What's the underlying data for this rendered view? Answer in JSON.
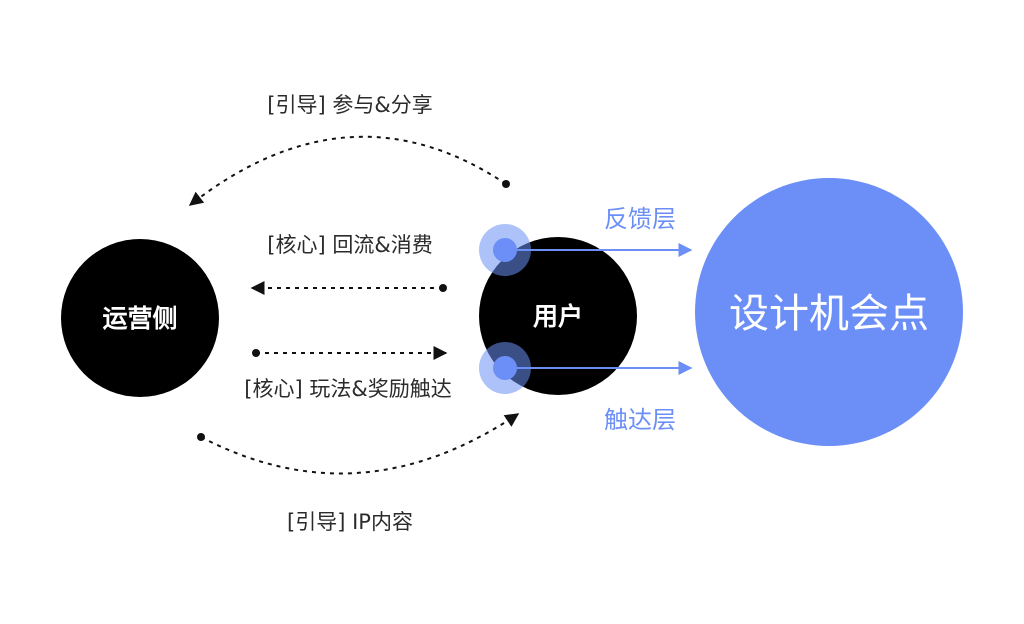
{
  "nodes": {
    "operator": "运营侧",
    "user": "用户",
    "design_point": "设计机会点"
  },
  "flows": {
    "guide_participate_share": "[引导] 参与&分享",
    "core_return_consume": "[核心] 回流&消费",
    "core_play_reward": "[核心] 玩法&奖励触达",
    "guide_ip_content": "[引导] IP内容"
  },
  "layers": {
    "feedback": "反馈层",
    "reach": "触达层"
  },
  "colors": {
    "node_dark": "#000000",
    "accent_blue": "#6b8ff6",
    "text_dark": "#2b2b2b",
    "halo_light": "#b3c2f7"
  }
}
